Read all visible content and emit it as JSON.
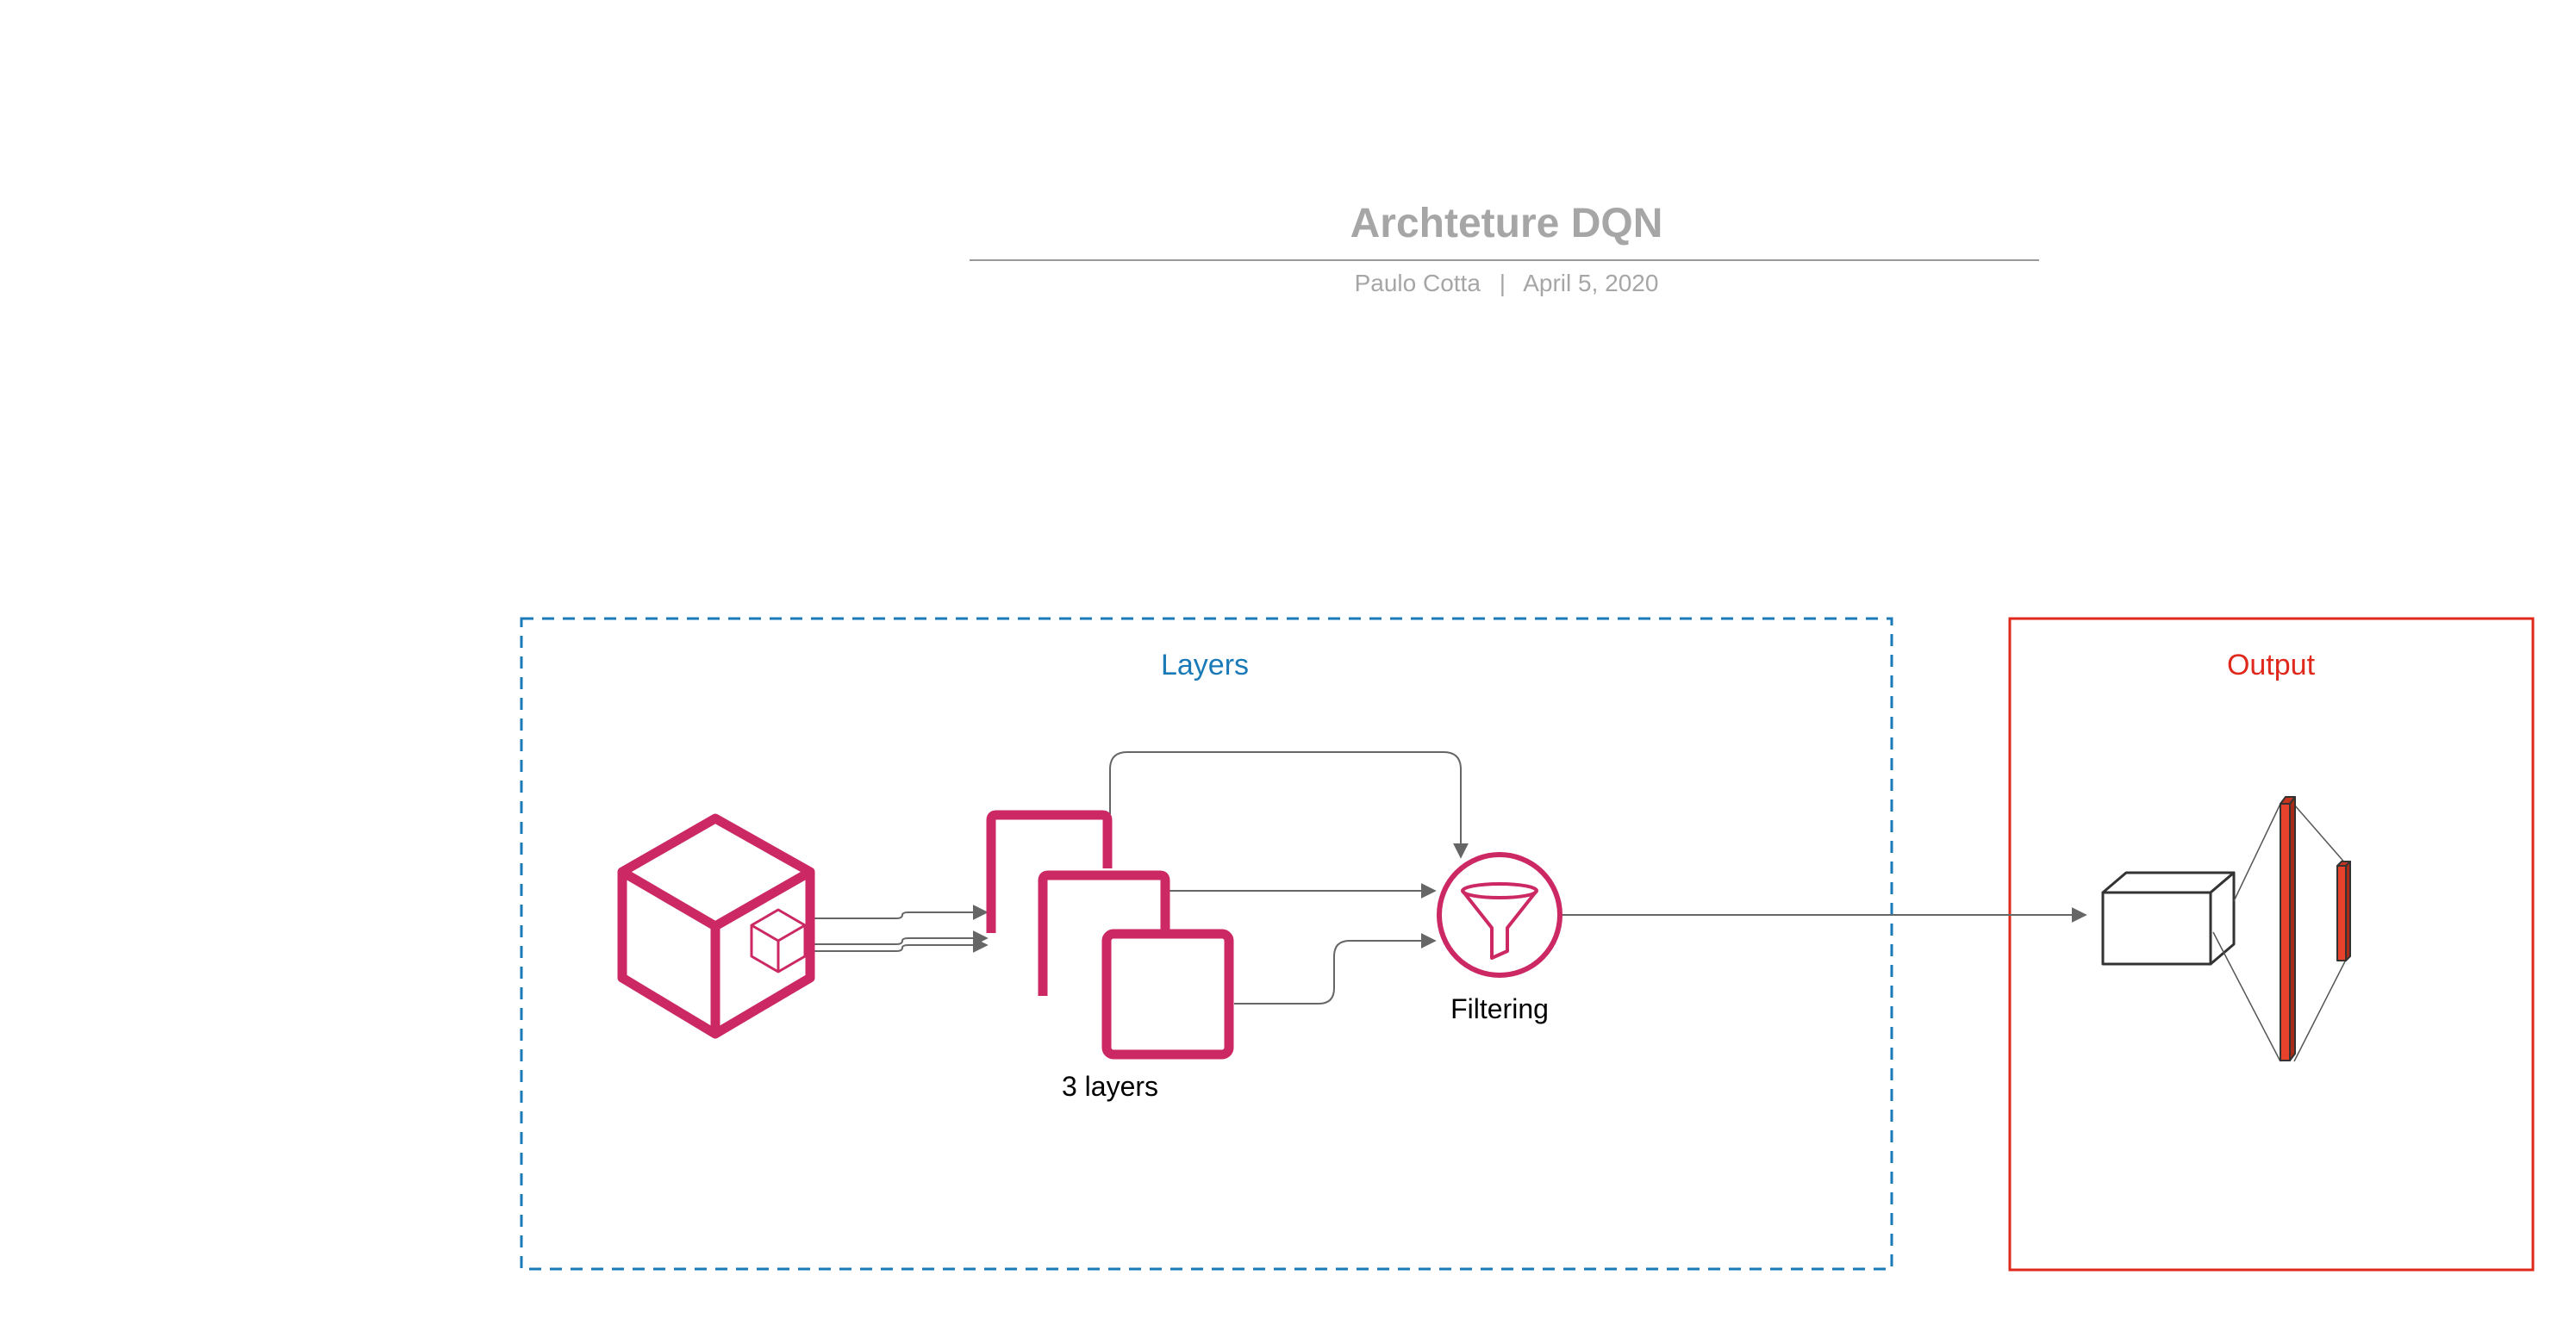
{
  "header": {
    "title": "Archteture DQN",
    "author": "Paulo Cotta",
    "separator": "|",
    "date": "April 5, 2020"
  },
  "groups": {
    "layers": {
      "label": "Layers",
      "color": "#1a7ab8"
    },
    "output": {
      "label": "Output",
      "color": "#e0291d"
    }
  },
  "nodes": {
    "container": {
      "icon": "cube-icon"
    },
    "layers_stack": {
      "icon": "stacked-squares-icon",
      "label": "3 layers"
    },
    "filtering": {
      "icon": "funnel-icon",
      "label": "Filtering"
    },
    "network": {
      "icon": "neural-network-icon"
    }
  },
  "colors": {
    "accent": "#cc2864",
    "title": "#a6a6a6",
    "connector": "#666666",
    "output_fill": "#e8412c"
  }
}
